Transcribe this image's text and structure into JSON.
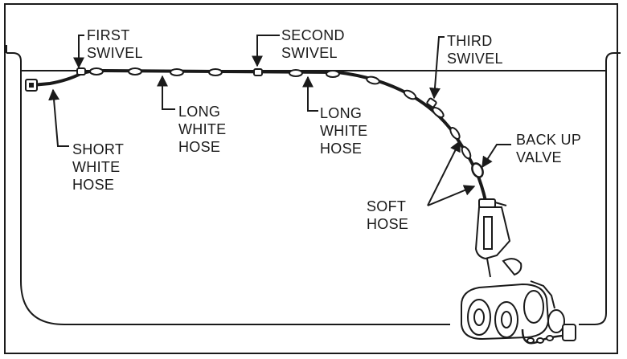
{
  "labels": {
    "first_swivel": [
      "FIRST",
      "SWIVEL"
    ],
    "second_swivel": [
      "SECOND",
      "SWIVEL"
    ],
    "third_swivel": [
      "THIRD",
      "SWIVEL"
    ],
    "long_white_hose_1": [
      "LONG",
      "WHITE",
      "HOSE"
    ],
    "long_white_hose_2": [
      "LONG",
      "WHITE",
      "HOSE"
    ],
    "short_white_hose": [
      "SHORT",
      "WHITE",
      "HOSE"
    ],
    "back_up_valve": [
      "BACK UP",
      "VALVE"
    ],
    "soft_hose": [
      "SOFT",
      "HOSE"
    ]
  },
  "colors": {
    "line": "#1a1a1a",
    "fill": "#ffffff"
  }
}
